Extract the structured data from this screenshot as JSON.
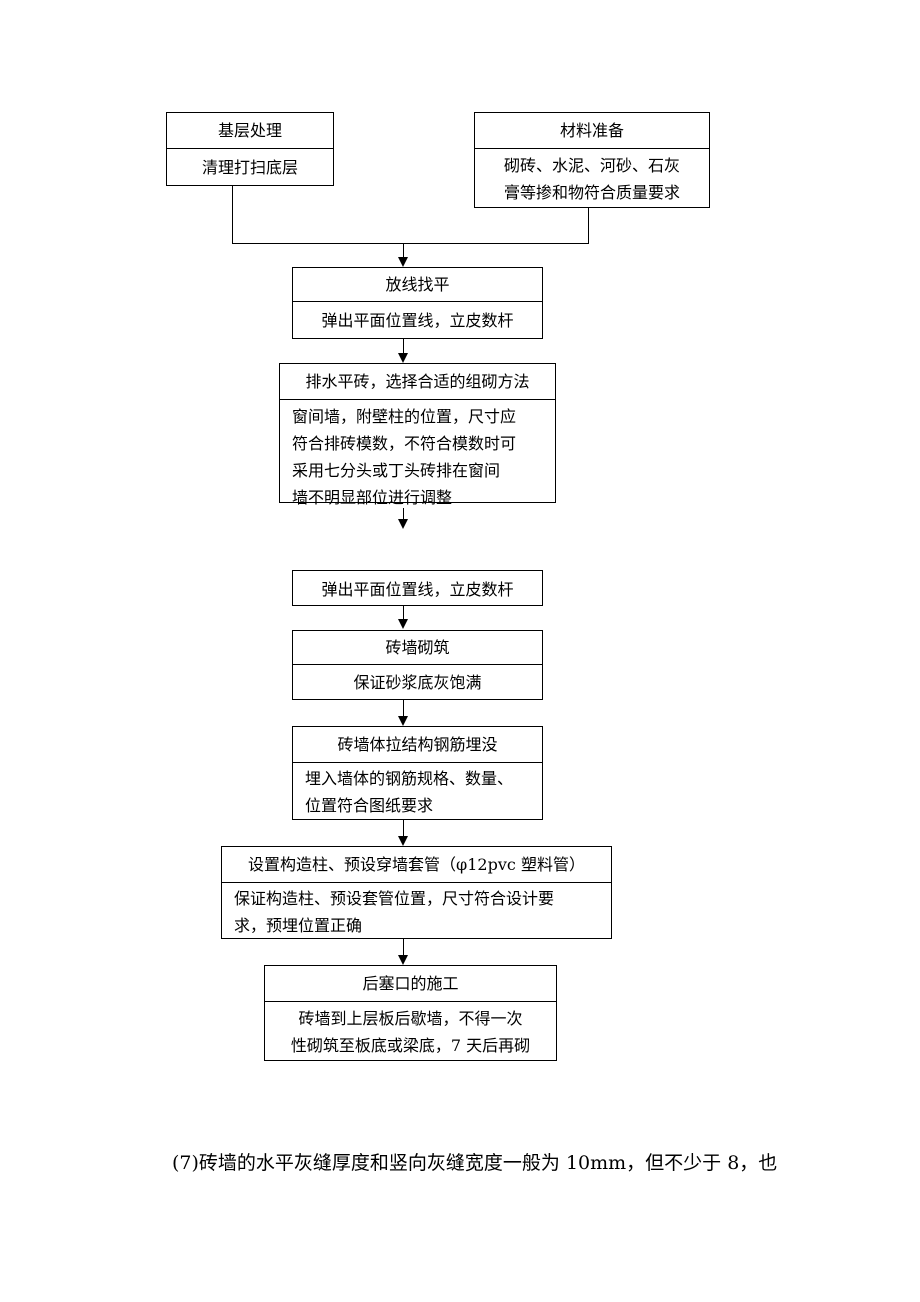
{
  "flow": {
    "base": {
      "title": "基层处理",
      "body": "清理打扫底层"
    },
    "material": {
      "title": "材料准备",
      "body_line1": "砌砖、水泥、河砂、石灰",
      "body_line2": "膏等掺和物符合质量要求"
    },
    "setout": {
      "title": "放线找平",
      "body": "弹出平面位置线，立皮数杆"
    },
    "layout": {
      "title": "排水平砖，选择合适的组砌方法",
      "body_line1": "窗间墙，附壁柱的位置，尺寸应",
      "body_line2": "符合排砖模数，不符合模数时可",
      "body_line3": "采用七分头或丁头砖排在窗间",
      "body_line4": "墙不明显部位进行调整"
    },
    "mark": {
      "body": "弹出平面位置线，立皮数杆"
    },
    "laying": {
      "title": "砖墙砌筑",
      "body": "保证砂浆底灰饱满"
    },
    "rebar": {
      "title": "砖墙体拉结构钢筋埋没",
      "body_line1": "埋入墙体的钢筋规格、数量、",
      "body_line2": "位置符合图纸要求"
    },
    "column": {
      "title": "设置构造柱、预设穿墙套管（φ12pvc 塑料管）",
      "body_line1": "保证构造柱、预设套管位置，尺寸符合设计要",
      "body_line2": "求，预埋位置正确"
    },
    "plug": {
      "title": "后塞口的施工",
      "body_line1": "砖墙到上层板后歇墙，不得一次",
      "body_line2": "性砌筑至板底或梁底，7 天后再砌"
    }
  },
  "paragraph": "(7)砖墙的水平灰缝厚度和竖向灰缝宽度一般为 10mm，但不少于 8，也"
}
